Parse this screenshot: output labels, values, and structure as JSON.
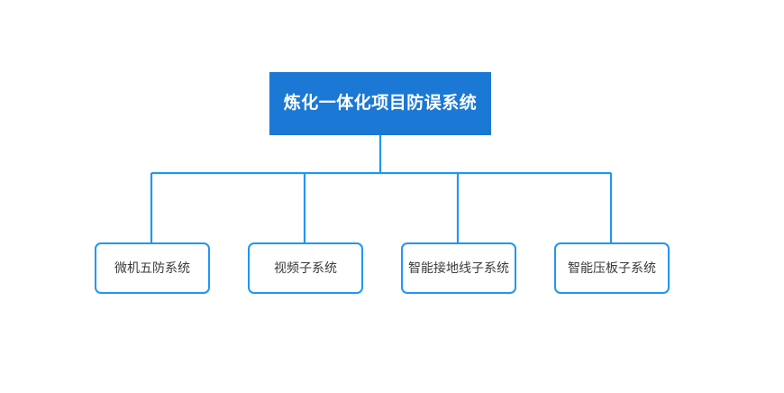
{
  "diagram": {
    "type": "organization-tree",
    "background_color": "#ffffff",
    "accent_color": "#1b78d4",
    "line_color": "#2196f3",
    "root": {
      "label": "炼化一体化项目防误系统",
      "fill_color": "#1b78d4",
      "text_color": "#ffffff"
    },
    "children": [
      {
        "label": "微机五防系统",
        "border_color": "#2196f3",
        "text_color": "#3a3a3a"
      },
      {
        "label": "视频子系统",
        "border_color": "#2196f3",
        "text_color": "#3a3a3a"
      },
      {
        "label": "智能接地线子系统",
        "border_color": "#2196f3",
        "text_color": "#3a3a3a"
      },
      {
        "label": "智能压板子系统",
        "border_color": "#2196f3",
        "text_color": "#3a3a3a"
      }
    ]
  }
}
